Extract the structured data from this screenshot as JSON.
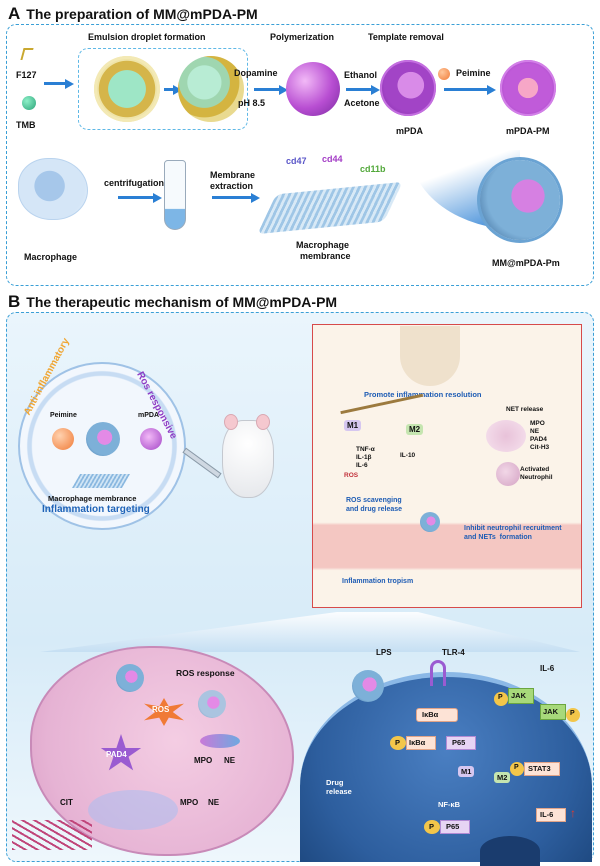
{
  "panelA": {
    "letter": "A",
    "title": "The preparation of MM@mPDA-PM",
    "reagents": {
      "f127": "F127",
      "tmb": "TMB"
    },
    "steps": {
      "emulsion": "Emulsion droplet formation",
      "polymerization": "Polymerization",
      "template_removal": "Template removal"
    },
    "conditions": {
      "dopamine": "Dopamine",
      "ph": "pH 8.5",
      "ethanol": "Ethanol",
      "acetone": "Acetone",
      "peimine": "Peimine"
    },
    "products": {
      "mpda": "mPDA",
      "mpda_pm": "mPDA-PM",
      "final": "MM@mPDA-Pm"
    },
    "membrane_row": {
      "macrophage": "Macrophage",
      "centrifugation": "centrifugation",
      "membrane_extraction_1": "Membrane",
      "membrane_extraction_2": "extraction",
      "cd47": "cd47",
      "cd44": "cd44",
      "cd11b": "cd11b",
      "membrane_label_1": "Macrophage",
      "membrane_label_2": "membrance"
    }
  },
  "panelB": {
    "letter": "B",
    "title": "The therapeutic mechanism of  MM@mPDA-PM",
    "circle": {
      "anti_inflammatory": "Anti-inflammatory",
      "ros_responsive": "Ros responsive",
      "peimine": "Peimine",
      "mpda": "mPDA",
      "macrophage_membrance": "Macrophage membrance",
      "targeting": "Inflammation targeting"
    },
    "vessel": {
      "promote": "Promote inflammation resolution",
      "m1": "M1",
      "m2": "M2",
      "cytokines_down": "TNF-α\nIL-1β\nIL-6",
      "il10": "IL-10",
      "ros": "ROS",
      "net_release": "NET release",
      "net_markers": "MPO\nNE\nPAD4\nCit-H3",
      "activated": "Activated\nNeutrophil",
      "ros_scavenging": "ROS scavenging\nand drug release",
      "inhibit": "Inhibit neutrophil recruitment\nand NETs  formation",
      "tropism": "Inflammation tropism"
    },
    "neutrophil_cell": {
      "ros_response": "ROS response",
      "ros": "ROS",
      "pad4": "PAD4",
      "mpo": "MPO",
      "ne": "NE",
      "mpo2": "MPO",
      "ne2": "NE",
      "cit": "CIT"
    },
    "macrophage_cell": {
      "lps": "LPS",
      "tlr4": "TLR-4",
      "il6_top": "IL-6",
      "ikba": "IκBα",
      "p": "P",
      "p65": "P65",
      "jak": "JAK",
      "stat3": "STAT3",
      "m1": "M1",
      "m2": "M2",
      "drug_release": "Drug\nrelease",
      "nfkb": "NF-κB",
      "il6": "IL-6"
    }
  },
  "colors": {
    "accent_blue": "#2a7fd4",
    "dashed": "#3a9fd6",
    "purple": "#9a3fd0",
    "pink": "#f4c3dc",
    "red": "#e13a2f"
  }
}
